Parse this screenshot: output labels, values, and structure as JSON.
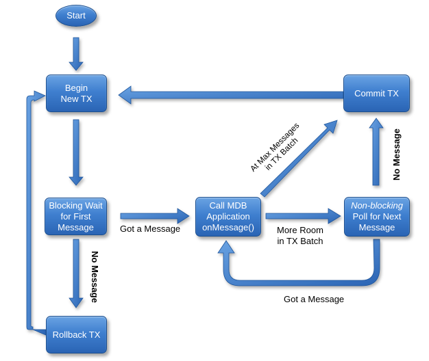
{
  "nodes": {
    "start": "Start",
    "begin_tx": "Begin New TX",
    "commit_tx": "Commit TX",
    "blocking_wait": "Blocking Wait for First Message",
    "call_mdb": "Call MDB Application onMessage()",
    "poll_next_italic": "Non-blocking",
    "poll_next_rest": "Poll for Next Message",
    "rollback_tx": "Rollback TX"
  },
  "edges": {
    "got_message_1": "Got a Message",
    "more_room_line1": "More Room",
    "more_room_line2": "in TX Batch",
    "got_message_2": "Got a Message",
    "no_message_left": "No Message",
    "no_message_right": "No Message",
    "at_max_line1": "At Max Messages",
    "at_max_line2": "in TX Batch"
  },
  "colors": {
    "node_top": "#6aa3e3",
    "node_bottom": "#2a64b4",
    "arrow": "#3b76c4"
  }
}
